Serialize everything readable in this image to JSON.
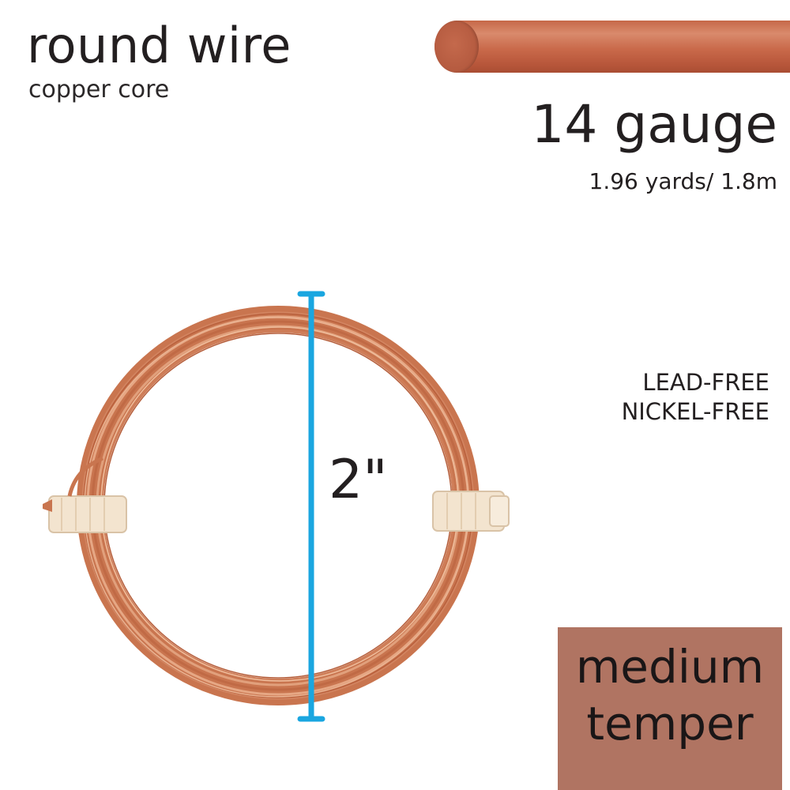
{
  "product": {
    "title": "round wire",
    "subtitle": "copper core",
    "gauge": "14 gauge",
    "length": "1.96 yards/ 1.8m",
    "features": [
      "LEAD-FREE",
      "NICKEL-FREE"
    ],
    "diameter_label": "2\"",
    "temper": {
      "line1": "medium",
      "line2": "temper"
    }
  },
  "colors": {
    "copper": "#c66848",
    "temper_box": "#b07462",
    "measure_line": "#1aa6e0",
    "text": "#231f20"
  }
}
